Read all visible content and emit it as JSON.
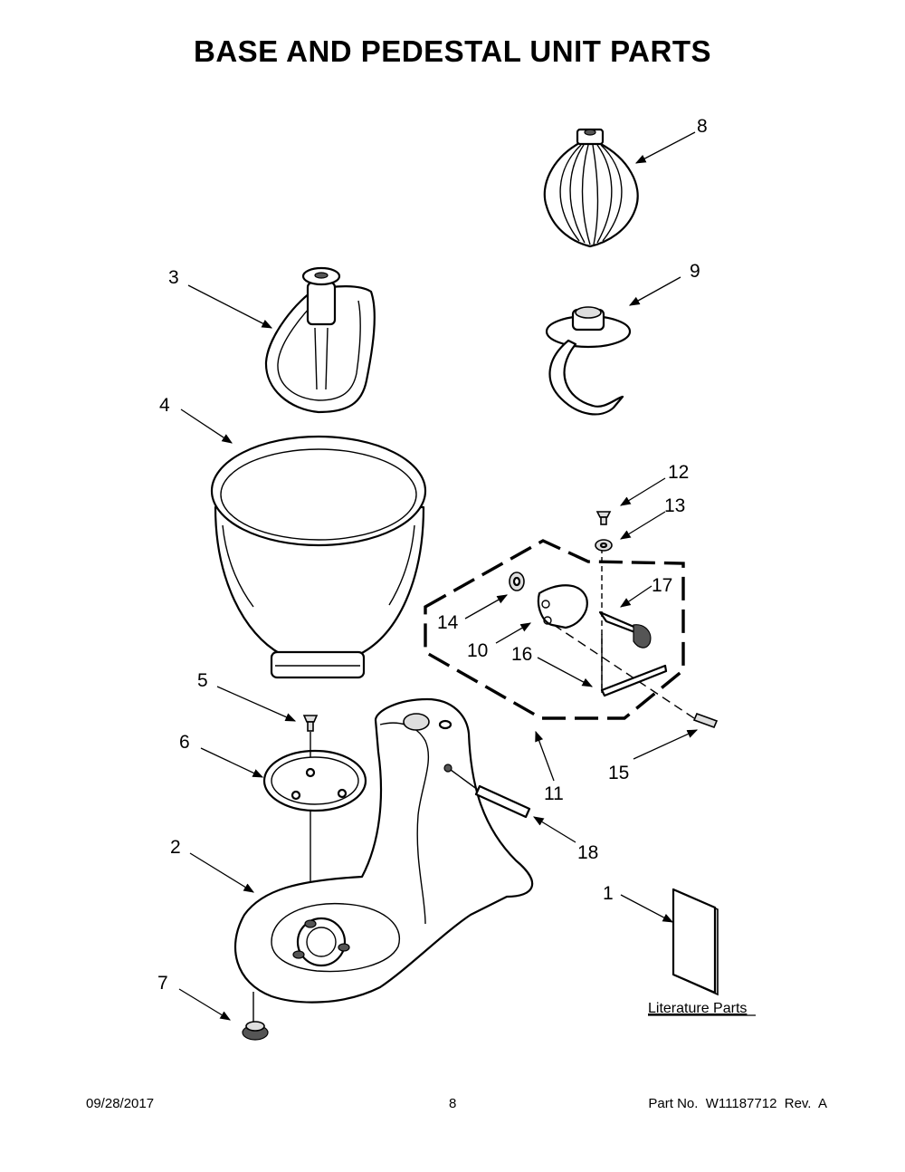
{
  "title": "BASE AND PEDESTAL UNIT PARTS",
  "callouts": {
    "c1": "1",
    "c2": "2",
    "c3": "3",
    "c4": "4",
    "c5": "5",
    "c6": "6",
    "c7": "7",
    "c8": "8",
    "c9": "9",
    "c10": "10",
    "c11": "11",
    "c12": "12",
    "c13": "13",
    "c14": "14",
    "c15": "15",
    "c16": "16",
    "c17": "17",
    "c18": "18"
  },
  "literature_label": "Literature Parts",
  "footer": {
    "date": "09/28/2017",
    "page": "8",
    "part_number": "Part No.  W11187712  Rev.  A"
  }
}
